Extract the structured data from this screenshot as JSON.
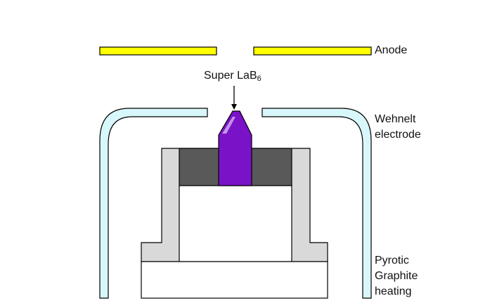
{
  "labels": {
    "anode": "Anode",
    "emitter_main": "Super LaB",
    "emitter_sub": "6",
    "wehnelt_line1": "Wehnelt",
    "wehnelt_line2": "electrode",
    "heater_line1": "Pyrotic",
    "heater_line2": "Graphite",
    "heater_line3": "heating"
  },
  "colors": {
    "anode": "#ffff00",
    "wehnelt": "#d8f7fa",
    "emitter": "#7a12c8",
    "holder_block": "#595959",
    "support": "#d9d9d9",
    "base": "#ffffff",
    "outline": "#000000"
  }
}
